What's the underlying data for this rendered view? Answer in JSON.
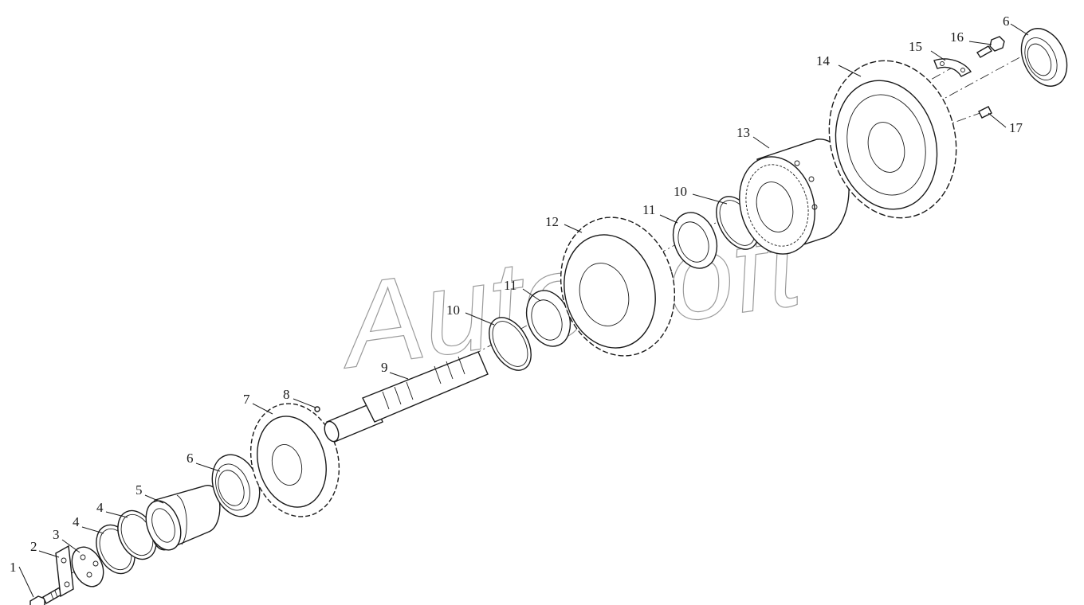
{
  "watermark": "AutoSoft",
  "callouts": [
    {
      "id": "1",
      "text": "1"
    },
    {
      "id": "2",
      "text": "2"
    },
    {
      "id": "3",
      "text": "3"
    },
    {
      "id": "4a",
      "text": "4"
    },
    {
      "id": "4b",
      "text": "4"
    },
    {
      "id": "5",
      "text": "5"
    },
    {
      "id": "6a",
      "text": "6"
    },
    {
      "id": "7",
      "text": "7"
    },
    {
      "id": "8",
      "text": "8"
    },
    {
      "id": "9",
      "text": "9"
    },
    {
      "id": "10a",
      "text": "10"
    },
    {
      "id": "11a",
      "text": "11"
    },
    {
      "id": "12",
      "text": "12"
    },
    {
      "id": "11b",
      "text": "11"
    },
    {
      "id": "10b",
      "text": "10"
    },
    {
      "id": "13",
      "text": "13"
    },
    {
      "id": "14",
      "text": "14"
    },
    {
      "id": "15",
      "text": "15"
    },
    {
      "id": "16",
      "text": "16"
    },
    {
      "id": "6b",
      "text": "6"
    },
    {
      "id": "17",
      "text": "17"
    }
  ]
}
